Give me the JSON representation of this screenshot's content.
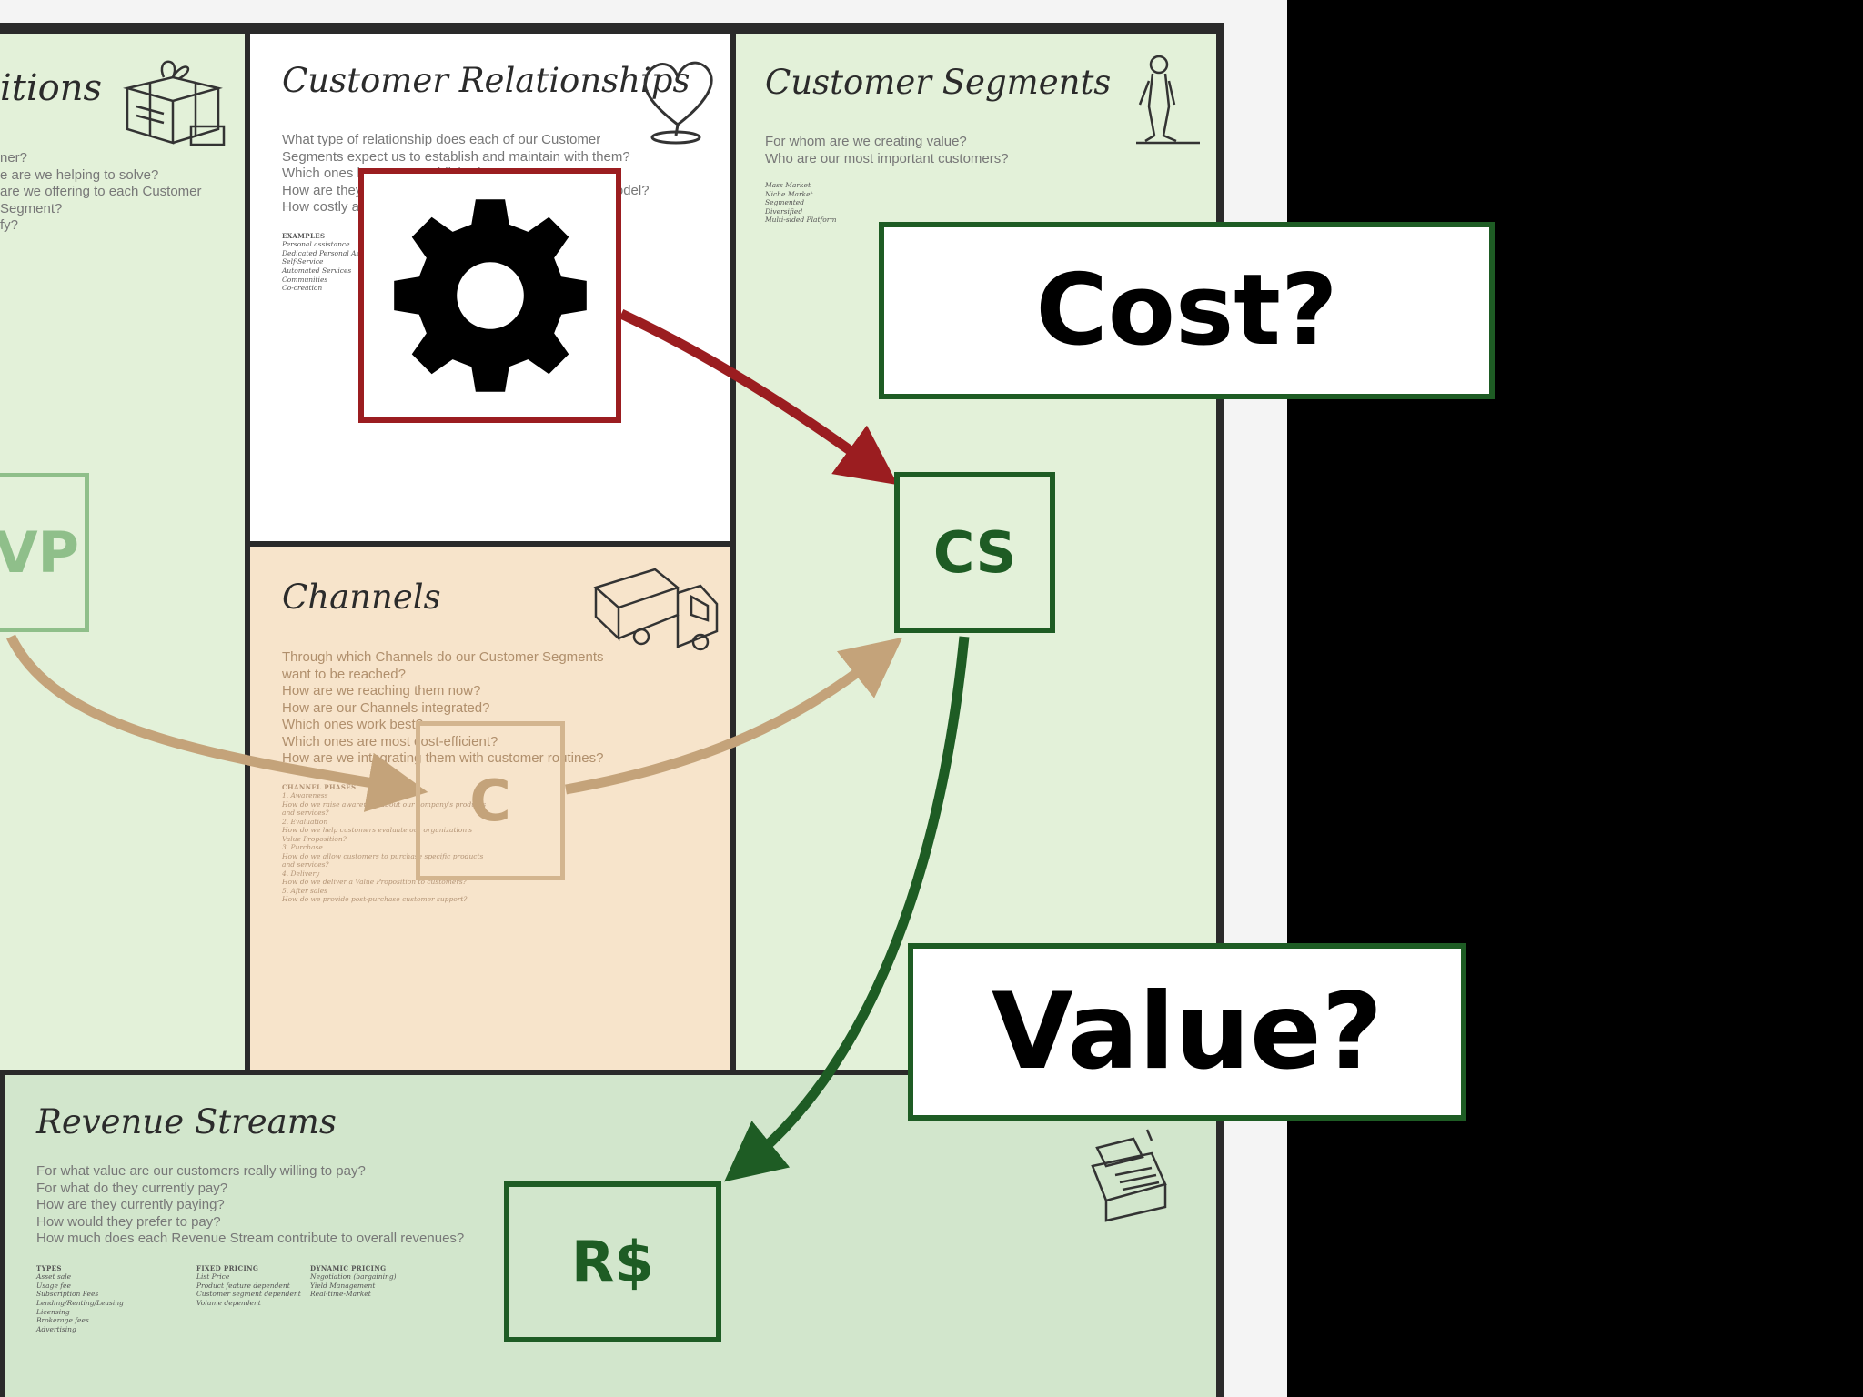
{
  "canvas": {
    "value_propositions": {
      "title_fragment": "itions",
      "questions": "ner?\ne are we helping to solve?\nare we offering to each Customer Segment?\nfy?"
    },
    "customer_relationships": {
      "title": "Customer Relationships",
      "questions": "What type of relationship does each of our Customer\nSegments expect us to establish and maintain with them?\nWhich ones have we established?\nHow are they integrated with the rest of our business model?\nHow costly are they?",
      "examples_heading": "EXAMPLES",
      "examples": "Personal assistance\nDedicated Personal Assistance\nSelf-Service\nAutomated Services\nCommunities\nCo-creation"
    },
    "customer_segments": {
      "title": "Customer Segments",
      "questions": "For whom are we creating value?\nWho are our most important customers?",
      "examples": "Mass Market\nNiche Market\nSegmented\nDiversified\nMulti-sided Platform"
    },
    "channels": {
      "title": "Channels",
      "questions": "Through which Channels do our Customer Segments\nwant to be reached?\nHow are we reaching them now?\nHow are our Channels integrated?\nWhich ones work best?\nWhich ones are most cost-efficient?\nHow are we integrating them with customer routines?",
      "phases_heading": "CHANNEL PHASES",
      "phases": "1. Awareness\n   How do we raise awareness about our company's products and services?\n2. Evaluation\n   How do we help customers evaluate our organization's Value Proposition?\n3. Purchase\n   How do we allow customers to purchase specific products and services?\n4. Delivery\n   How do we deliver a Value Proposition to customers?\n5. After sales\n   How do we provide post-purchase customer support?"
    },
    "revenue_streams": {
      "title": "Revenue Streams",
      "questions": "For what value are our customers really willing to pay?\nFor what do they currently pay?\nHow are they currently paying?\nHow would they prefer to pay?\nHow much does each Revenue Stream contribute to overall revenues?",
      "col1_heading": "TYPES",
      "col1": "Asset sale\nUsage fee\nSubscription Fees\nLending/Renting/Leasing\nLicensing\nBrokerage fees\nAdvertising",
      "col2_heading": "FIXED PRICING",
      "col2": "List Price\nProduct feature dependent\nCustomer segment dependent\nVolume dependent",
      "col3_heading": "DYNAMIC PRICING",
      "col3": "Negotiation (bargaining)\nYield Management\nReal-time-Market"
    }
  },
  "overlay": {
    "vp_label": "VP",
    "c_label": "C",
    "cs_label": "CS",
    "rs_label": "R$",
    "cost_label": "Cost?",
    "value_label": "Value?",
    "icon": "gear-icon"
  },
  "colors": {
    "green": "#1e5c24",
    "red": "#9b1d20",
    "faded": "#c4a37a"
  }
}
